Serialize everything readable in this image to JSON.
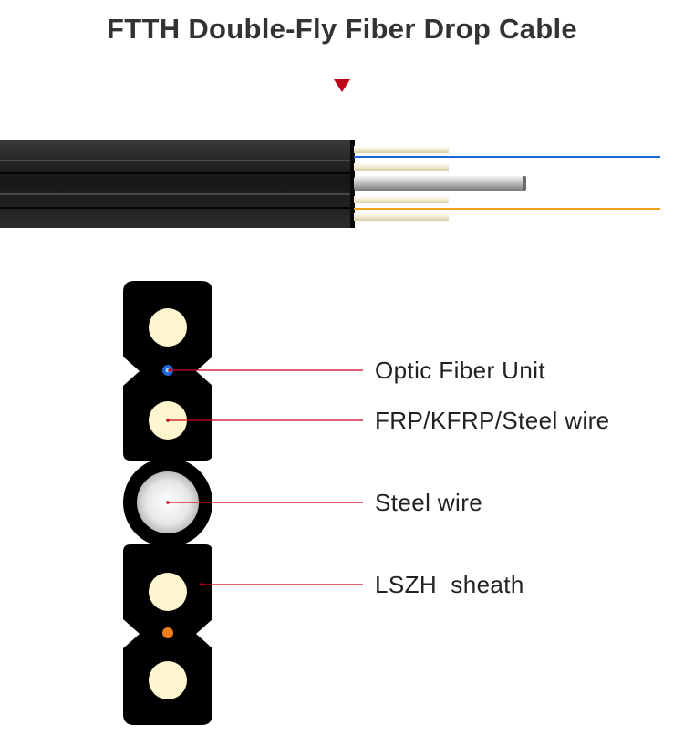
{
  "title": "FTTH Double-Fly Fiber Drop Cable",
  "colors": {
    "title_text": "#333333",
    "marker": "#c0001b",
    "cable_sheath": "#1b1b1b",
    "fiber_blue": "#1f66d6",
    "fiber_orange": "#f0a21b",
    "strength_member": "#fdf6cf",
    "steel_wire": "#d9d9d9",
    "leader_line": "#d0021b"
  },
  "labels": {
    "optic_fiber_unit": "Optic Fiber Unit",
    "frp_kfrp_steel_wire": "FRP/KFRP/Steel wire",
    "steel_wire": "Steel wire",
    "lszh_sheath": "LSZH  sheath"
  }
}
